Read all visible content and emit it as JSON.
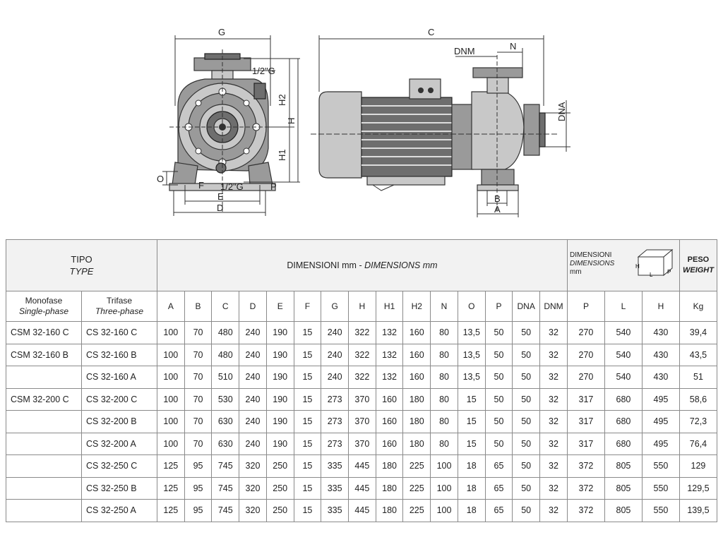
{
  "drawing": {
    "front_labels": {
      "G": "G",
      "thread_top": "1/2\"G",
      "H2": "H2",
      "H": "H",
      "H1": "H1",
      "O": "O",
      "F": "F",
      "thread_bottom": "1/2\"G",
      "P": "P",
      "E": "E",
      "D": "D"
    },
    "side_labels": {
      "C": "C",
      "DNM": "DNM",
      "N": "N",
      "DNA": "DNA",
      "B": "B",
      "A": "A"
    }
  },
  "table": {
    "tipo_label": "TIPO",
    "type_label": "TYPE",
    "dimensioni_label": "DIMENSIONI mm - ",
    "dimensions_label": "DIMENSIONS mm",
    "box_dim_label": "DIMENSIONI",
    "box_dim_label_en": "DIMENSIONS",
    "box_unit": "mm",
    "box_icon_labels": {
      "h": "H",
      "l": "L",
      "p": "P"
    },
    "peso_label": "PESO",
    "weight_label": "WEIGHT",
    "monofase_label": "Monofase",
    "single_phase_label": "Single-phase",
    "trifase_label": "Trifase",
    "three_phase_label": "Three-phase",
    "columns": [
      "A",
      "B",
      "C",
      "D",
      "E",
      "F",
      "G",
      "H",
      "H1",
      "H2",
      "N",
      "O",
      "P",
      "DNA",
      "DNM",
      "P",
      "L",
      "H",
      "Kg"
    ],
    "rows": [
      {
        "mono": "CSM 32-160 C",
        "tri": "CS 32-160 C",
        "values": [
          "100",
          "70",
          "480",
          "240",
          "190",
          "15",
          "240",
          "322",
          "132",
          "160",
          "80",
          "13,5",
          "50",
          "50",
          "32",
          "270",
          "540",
          "430",
          "39,4"
        ]
      },
      {
        "mono": "CSM 32-160 B",
        "tri": "CS 32-160 B",
        "values": [
          "100",
          "70",
          "480",
          "240",
          "190",
          "15",
          "240",
          "322",
          "132",
          "160",
          "80",
          "13,5",
          "50",
          "50",
          "32",
          "270",
          "540",
          "430",
          "43,5"
        ]
      },
      {
        "mono": "",
        "tri": "CS 32-160 A",
        "values": [
          "100",
          "70",
          "510",
          "240",
          "190",
          "15",
          "240",
          "322",
          "132",
          "160",
          "80",
          "13,5",
          "50",
          "50",
          "32",
          "270",
          "540",
          "430",
          "51"
        ]
      },
      {
        "mono": "CSM 32-200 C",
        "tri": "CS 32-200 C",
        "values": [
          "100",
          "70",
          "530",
          "240",
          "190",
          "15",
          "273",
          "370",
          "160",
          "180",
          "80",
          "15",
          "50",
          "50",
          "32",
          "317",
          "680",
          "495",
          "58,6"
        ]
      },
      {
        "mono": "",
        "tri": "CS 32-200 B",
        "values": [
          "100",
          "70",
          "630",
          "240",
          "190",
          "15",
          "273",
          "370",
          "160",
          "180",
          "80",
          "15",
          "50",
          "50",
          "32",
          "317",
          "680",
          "495",
          "72,3"
        ]
      },
      {
        "mono": "",
        "tri": "CS 32-200 A",
        "values": [
          "100",
          "70",
          "630",
          "240",
          "190",
          "15",
          "273",
          "370",
          "160",
          "180",
          "80",
          "15",
          "50",
          "50",
          "32",
          "317",
          "680",
          "495",
          "76,4"
        ]
      },
      {
        "mono": "",
        "tri": "CS 32-250 C",
        "values": [
          "125",
          "95",
          "745",
          "320",
          "250",
          "15",
          "335",
          "445",
          "180",
          "225",
          "100",
          "18",
          "65",
          "50",
          "32",
          "372",
          "805",
          "550",
          "129"
        ]
      },
      {
        "mono": "",
        "tri": "CS 32-250 B",
        "values": [
          "125",
          "95",
          "745",
          "320",
          "250",
          "15",
          "335",
          "445",
          "180",
          "225",
          "100",
          "18",
          "65",
          "50",
          "32",
          "372",
          "805",
          "550",
          "129,5"
        ]
      },
      {
        "mono": "",
        "tri": "CS 32-250 A",
        "values": [
          "125",
          "95",
          "745",
          "320",
          "250",
          "15",
          "335",
          "445",
          "180",
          "225",
          "100",
          "18",
          "65",
          "50",
          "32",
          "372",
          "805",
          "550",
          "139,5"
        ]
      }
    ]
  }
}
